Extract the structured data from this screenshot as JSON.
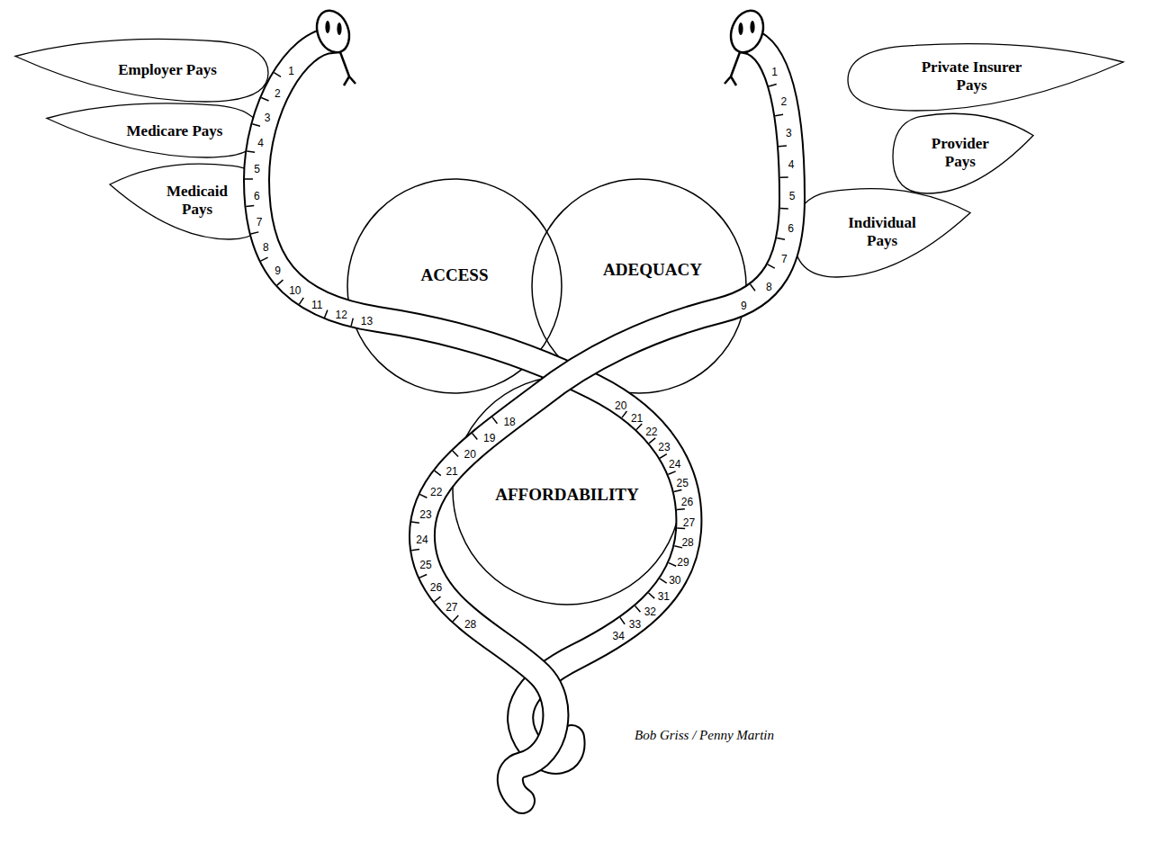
{
  "diagram": {
    "nodes": [
      {
        "text": [
          "Employer Pays"
        ]
      },
      {
        "text": [
          "Medicare Pays"
        ]
      },
      {
        "text": [
          "Medicaid Pays"
        ]
      },
      {
        "text": [
          "Private Insurer Pays"
        ]
      },
      {
        "text": [
          "Provider Pays"
        ]
      },
      {
        "text": [
          "Individual Pays"
        ]
      },
      {
        "text": [
          "ACCESS"
        ]
      },
      {
        "text": [
          "ADEQUACY"
        ]
      },
      {
        "text": [
          "AFFORDABILITY"
        ]
      }
    ],
    "labels": [
      "1",
      "2",
      "3",
      "4",
      "5",
      "6",
      "7",
      "8",
      "9",
      "10",
      "11",
      "12",
      "13",
      "20",
      "21",
      "22",
      "23",
      "24",
      "25",
      "26",
      "27",
      "28",
      "29",
      "30",
      "31",
      "32",
      "33",
      "34",
      "1",
      "2",
      "3",
      "4",
      "5",
      "6",
      "7",
      "8",
      "9",
      "18",
      "19",
      "20",
      "21",
      "22",
      "23",
      "24",
      "25",
      "26",
      "27",
      "28",
      "Bob Griss / Penny Martin"
    ]
  }
}
